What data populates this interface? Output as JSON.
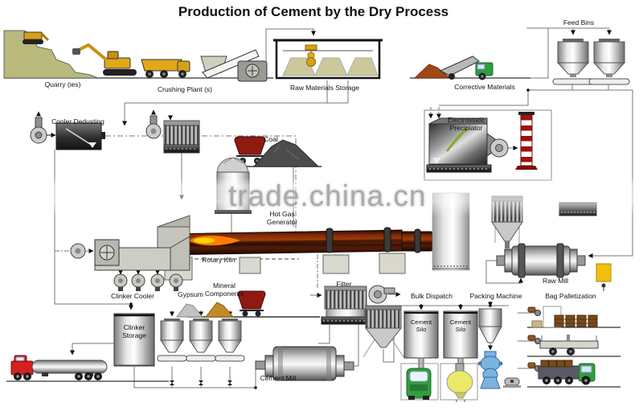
{
  "title": "Production of Cement by the Dry Process",
  "watermark": {
    "text": "trade.china.cn"
  },
  "labels": {
    "quarry": "Quarry (ies)",
    "crushing_plant": "Crushing Plant (s)",
    "raw_materials_storage": "Raw Materials Storage",
    "corrective_materials": "Corrective Materials",
    "feed_bins": "Feed Bins",
    "cooler_dedusting": "Cooler Dedusting",
    "electrostatic_precipitator": {
      "line1": "Electrostatic",
      "line2": "Precipiator"
    },
    "coal": "Coal",
    "hot_gas_generator": {
      "line1": "Hot Gas",
      "line2": "Generator"
    },
    "rotary_kiln": "Rotary Kiln",
    "clinker_cooler": "Clinker Cooler",
    "gypsum": "Gypsum",
    "mineral_components": {
      "line1": "Mineral",
      "line2": "Components"
    },
    "filter": "Filter",
    "raw_mill": "Raw Mill",
    "bulk_dispatch": "Bulk Dispatch",
    "packing_machine": "Packing Machine",
    "bag_palletization": "Bag Palletization",
    "clinker_storage": {
      "line1": "Clinker",
      "line2": "Storage"
    },
    "cement_mill": "Cement Mill",
    "cement_silo_1": {
      "line1": "Cement",
      "line2": "Silo"
    },
    "cement_silo_2": {
      "line1": "Cement",
      "line2": "Silo"
    }
  },
  "colors": {
    "kiln_red": "#7a2000",
    "flame_orange": "#ff7f00",
    "chimney_red": "#9e1212",
    "machine_yellow": "#e0a818",
    "truck_green": "#2f9e3f",
    "truck_red": "#d42020",
    "packing_blue": "#7ab2e2",
    "watermark_gray": "#9d9d9d",
    "raw_pile_tan": "#ccc89c",
    "coal_dark": "#4c4c4c",
    "corrective_brown": "#a04815",
    "mineral_tan": "#c08a28",
    "gypsum_gray": "#c2c2c2",
    "spout_yellow": "#e9e96a",
    "hill_olive": "#b9b97c"
  }
}
